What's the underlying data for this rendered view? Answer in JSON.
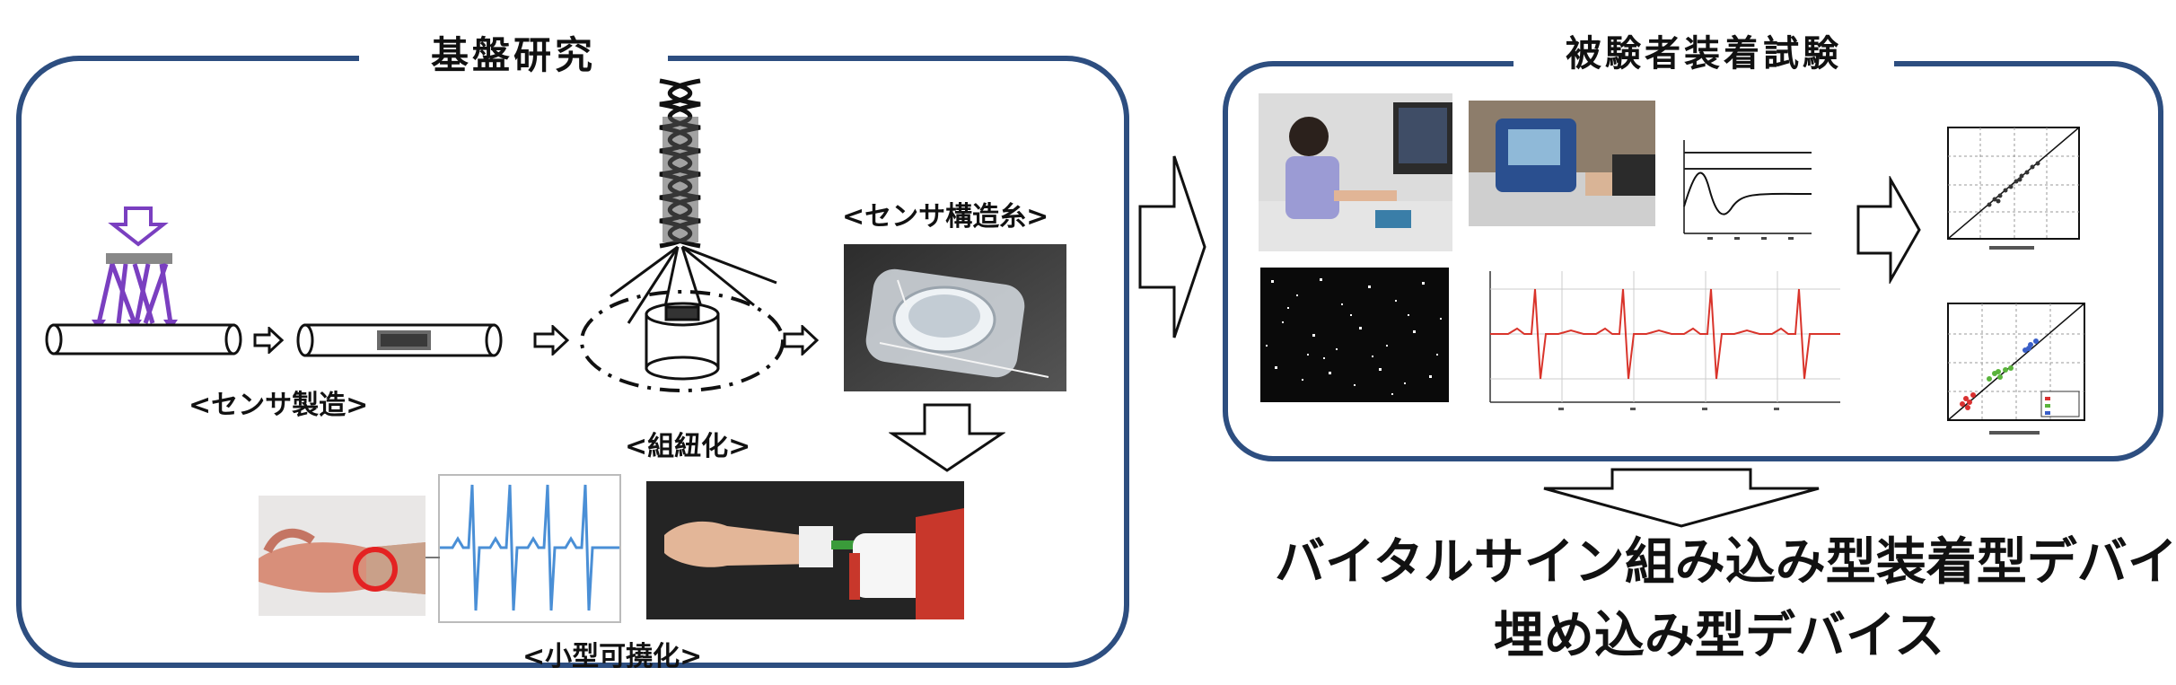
{
  "colors": {
    "panel_border": "#2d4e80",
    "arrow_purple": "#7a3fc0",
    "signal_red": "#d9342b",
    "signal_blue": "#4a8fd6",
    "skin": "#d9a98a"
  },
  "left_panel": {
    "title": "基盤研究",
    "steps": [
      {
        "caption": "<センサ製造>"
      },
      {
        "caption": "<組紐化>"
      },
      {
        "caption": "<センサ構造糸>"
      }
    ],
    "bottom_caption": "<小型可撓化>"
  },
  "right_panel": {
    "title": "被験者装着試験"
  },
  "result": {
    "line1": "バイタルサイン組み込み型装着型デバイス",
    "line2": "埋め込み型デバイス"
  },
  "icons": [
    "press-arrow-icon",
    "right-arrow-icon",
    "down-arrow-icon",
    "big-right-arrow-icon"
  ]
}
